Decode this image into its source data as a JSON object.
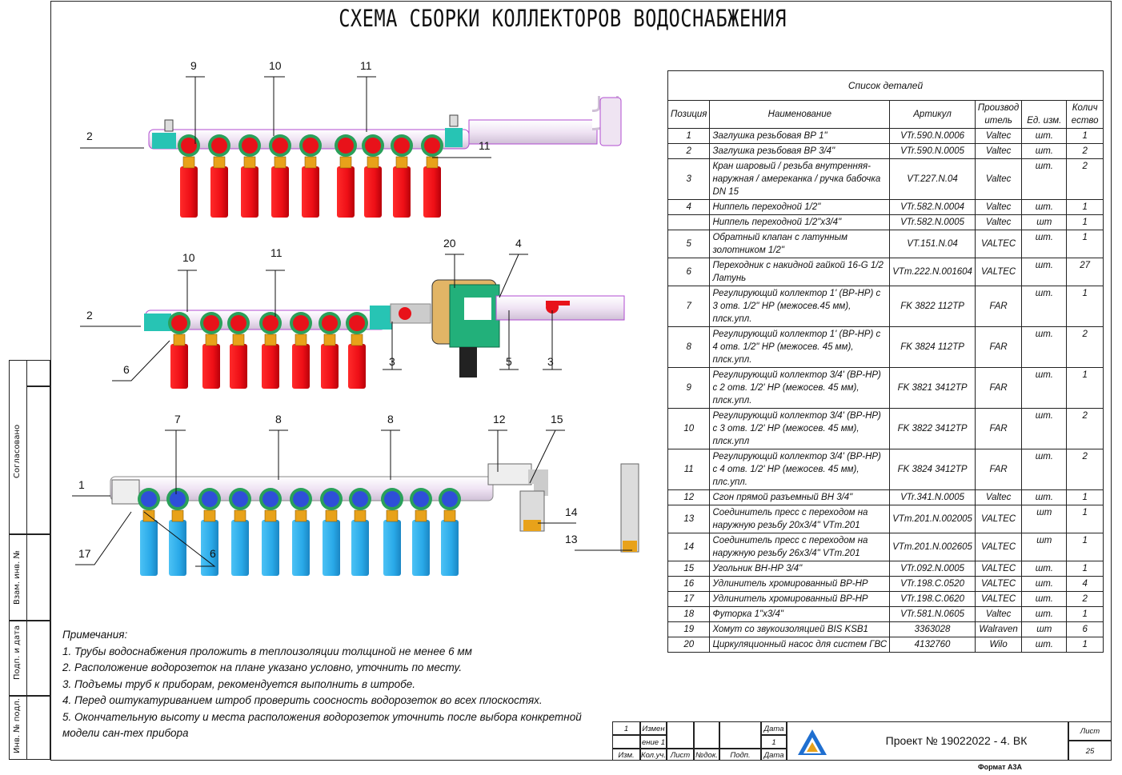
{
  "title": "СХЕМА СБОРКИ КОЛЛЕКТОРОВ ВОДОСНАБЖЕНИЯ",
  "side_stamp": {
    "agreed": "Согласовано",
    "inv_replace": "Взам. инв. №",
    "sign_date": "Подп. и дата",
    "inv_orig": "Инв. № подл."
  },
  "callouts": {
    "c9": "9",
    "c10a": "10",
    "c11a": "11",
    "c2a": "2",
    "c11b": "11",
    "c10b": "10",
    "c11c": "11",
    "c20": "20",
    "c4": "4",
    "c2b": "2",
    "c6a": "6",
    "c3a": "3",
    "c5": "5",
    "c3b": "3",
    "c7": "7",
    "c8a": "8",
    "c8b": "8",
    "c12": "12",
    "c15": "15",
    "c1": "1",
    "c14": "14",
    "c13": "13",
    "c17": "17",
    "c6b": "6"
  },
  "parts": {
    "caption": "Список деталей",
    "headers": {
      "pos": "Позиция",
      "name": "Наименование",
      "article": "Артикул",
      "maker": "Производ итель",
      "unit": "Ед. изм.",
      "qty": "Колич ество"
    },
    "rows": [
      {
        "pos": "1",
        "name": "Заглушка резьбовая ВР 1\"",
        "article": "VTr.590.N.0006",
        "maker": "Valtec",
        "unit": "шт.",
        "qty": "1"
      },
      {
        "pos": "2",
        "name": "Заглушка резьбовая ВР 3/4\"",
        "article": "VTr.590.N.0005",
        "maker": "Valtec",
        "unit": "шт.",
        "qty": "2"
      },
      {
        "pos": "3",
        "name": "Кран шаровый / резьба внутренняя-наружная / амереканка / ручка бабочка DN 15",
        "article": "VT.227.N.04",
        "maker": "Valtec",
        "unit": "шт.",
        "qty": "2"
      },
      {
        "pos": "4",
        "name": "Ниппель переходной 1/2\"",
        "article": "VTr.582.N.0004",
        "maker": "Valtec",
        "unit": "шт.",
        "qty": "1"
      },
      {
        "pos": "",
        "name": "Ниппель переходной 1/2\"x3/4\"",
        "article": "VTr.582.N.0005",
        "maker": "Valtec",
        "unit": "шт",
        "qty": "1"
      },
      {
        "pos": "5",
        "name": "Обратный клапан с латунным золотником 1/2\"",
        "article": "VT.151.N.04",
        "maker": "VALTEC",
        "unit": "шт.",
        "qty": "1"
      },
      {
        "pos": "6",
        "name": "Переходник с накидной гайкой 16-G 1/2 Латунь",
        "article": "VTm.222.N.001604",
        "maker": "VALTEC",
        "unit": "шт.",
        "qty": "27"
      },
      {
        "pos": "7",
        "name": "Регулирующий коллектор 1' (ВР-НР) с 3 отв. 1/2\" НР (межосев.45 мм), плск.упл.",
        "article": "FK 3822 112TP",
        "maker": "FAR",
        "unit": "шт.",
        "qty": "1"
      },
      {
        "pos": "8",
        "name": "Регулирующий коллектор 1' (ВР-НР) с 4 отв. 1/2\" НР (межосев. 45 мм), плск.упл.",
        "article": "FK 3824 112TP",
        "maker": "FAR",
        "unit": "шт.",
        "qty": "2"
      },
      {
        "pos": "9",
        "name": "Регулирующий коллектор 3/4' (ВР-НР) с 2 отв. 1/2' НР (межосев. 45 мм), плск.упл.",
        "article": "FK 3821 3412TP",
        "maker": "FAR",
        "unit": "шт.",
        "qty": "1"
      },
      {
        "pos": "10",
        "name": "Регулирующий коллектор 3/4' (ВР-НР) с 3 отв. 1/2' НР (межосев. 45 мм), плск.упл",
        "article": "FK 3822 3412TP",
        "maker": "FAR",
        "unit": "шт.",
        "qty": "2"
      },
      {
        "pos": "11",
        "name": "Регулирующий коллектор 3/4' (ВР-НР) с 4 отв. 1/2' НР (межосев. 45 мм), плс.упл.",
        "article": "FK 3824 3412TP",
        "maker": "FAR",
        "unit": "шт.",
        "qty": "2"
      },
      {
        "pos": "12",
        "name": "Сгон прямой разъемный ВН 3/4\"",
        "article": "VTr.341.N.0005",
        "maker": "Valtec",
        "unit": "шт.",
        "qty": "1"
      },
      {
        "pos": "13",
        "name": "Соединитель пресс с переходом на наружную резьбу 20х3/4\" VTm.201",
        "article": "VTm.201.N.002005",
        "maker": "VALTEC",
        "unit": "шт",
        "qty": "1"
      },
      {
        "pos": "14",
        "name": "Соединитель пресс с переходом на наружную резьбу 26х3/4\" VTm.201",
        "article": "VTm.201.N.002605",
        "maker": "VALTEC",
        "unit": "шт",
        "qty": "1"
      },
      {
        "pos": "15",
        "name": "Угольник ВН-НР 3/4\"",
        "article": "VTr.092.N.0005",
        "maker": "VALTEC",
        "unit": "шт.",
        "qty": "1"
      },
      {
        "pos": "16",
        "name": "Удлинитель хромированный ВР-НР",
        "article": "VTr.198.C.0520",
        "maker": "VALTEC",
        "unit": "шт.",
        "qty": "4"
      },
      {
        "pos": "17",
        "name": "Удлинитель хромированный ВР-НР",
        "article": "VTr.198.C.0620",
        "maker": "VALTEC",
        "unit": "шт.",
        "qty": "2"
      },
      {
        "pos": "18",
        "name": "Футорка 1\"x3/4\"",
        "article": "VTr.581.N.0605",
        "maker": "Valtec",
        "unit": "шт.",
        "qty": "1"
      },
      {
        "pos": "19",
        "name": "Хомут со звукоизоляцией BIS KSB1",
        "article": "3363028",
        "maker": "Walraven",
        "unit": "шт",
        "qty": "6"
      },
      {
        "pos": "20",
        "name": "Циркуляционный насос для систем ГВС",
        "article": "4132760",
        "maker": "Wilo",
        "unit": "шт.",
        "qty": "1"
      }
    ]
  },
  "notes": {
    "heading": "Примечания:",
    "items": [
      "1. Трубы водоснабжения проложить в теплоизоляции толщиной не менее 6 мм",
      "2. Расположение водорозеток на плане указано условно, уточнить по месту.",
      "3. Подъемы труб к приборам, рекомендуется выполнить в штробе.",
      "4. Перед оштукатуриванием штроб проверить соосность водорозеток во всех плоскостях.",
      "5. Окончательную высоту и места расположения водорозеток уточнить после выбора конкретной",
      "модели сан-тех прибора"
    ]
  },
  "stamp": {
    "rev_num": "1",
    "rev_label_1": "Измен",
    "rev_label_2": "ение 1",
    "date_label": "Дата",
    "date_val": "1",
    "col_izm": "Изм.",
    "col_kol": "Кол.уч.",
    "col_list": "Лист",
    "col_doc": "№док.",
    "col_sign": "Подп.",
    "col_date": "Дата",
    "project": "Проект № 19022022 - 4. ВК",
    "sheet_label": "Лист",
    "sheet_num": "25",
    "format": "Формат А3А"
  },
  "colors": {
    "cold": "#29a9e8",
    "hot": "#f0121e",
    "valve_blue": "#2e4fd8",
    "brass": "#e8a21a",
    "pipe": "#f2e6f6",
    "pump": "#22b07a"
  }
}
